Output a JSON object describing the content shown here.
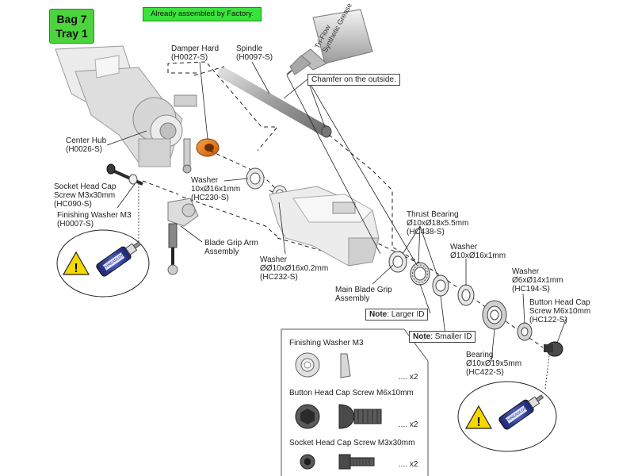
{
  "header": {
    "bag_line1": "Bag 7",
    "bag_line2": "Tray 1",
    "factory_note": "Already assembled by Factory."
  },
  "grease_tube": {
    "line1": "Tri-Flow",
    "line2": "Synthetic Grease"
  },
  "labels": {
    "damper": [
      "Damper Hard",
      "(H0027-S)"
    ],
    "spindle": [
      "Spindle",
      "(H0097-S)"
    ],
    "chamfer": "Chamfer on the outside.",
    "center_hub": [
      "Center Hub",
      "(H0026-S)"
    ],
    "washer_hc230": [
      "Washer",
      "10xØ16x1mm",
      "(HC230-S)"
    ],
    "socket_screw": [
      "Socket Head Cap",
      "Screw M3x30mm",
      "(HC090-S)"
    ],
    "finishing_washer": [
      "Finishing Washer M3",
      "(H0007-S)"
    ],
    "blade_grip_arm": [
      "Blade Grip Arm",
      "Assembly"
    ],
    "washer_hc232": [
      "Washer",
      "ØØ10xØ16x0.2mm",
      "(HC232-S)"
    ],
    "main_blade_grip": [
      "Main Blade Grip",
      "Assembly"
    ],
    "thrust_bearing": [
      "Thrust Bearing",
      "Ø10xØ18x5.5mm",
      "(HC438-S)"
    ],
    "washer_center": [
      "Washer",
      "Ø10xØ16x1mm"
    ],
    "washer_hc194": [
      "Washer",
      "Ø6xØ14x1mm",
      "(HC194-S)"
    ],
    "button_screw": [
      "Button Head Cap",
      "Screw M6x10mm",
      "(HC122-S)"
    ],
    "bearing": [
      "Bearing",
      "Ø10xØ19x5mm",
      "(HC422-S)"
    ]
  },
  "notes": {
    "larger": {
      "bold": "Note",
      "text": ": Larger ID"
    },
    "smaller": {
      "bold": "Note",
      "text": ": Smaller ID"
    }
  },
  "fullsize": {
    "items": [
      {
        "title": "Finishing Washer M3",
        "qty": ".... x2"
      },
      {
        "title": "Button Head Cap Screw M6x10mm",
        "qty": ".... x2"
      },
      {
        "title": "Socket Head Cap Screw M3x30mm",
        "qty": ".... x2"
      }
    ]
  },
  "threadlock": {
    "bottle_text": "THREADLOCK"
  },
  "colors": {
    "bag_green": "#4cd43c",
    "factory_green": "#3be23b",
    "damper_orange": "#e8781c",
    "warning_yellow": "#f5d800",
    "bottle_blue": "#2b3a8c"
  }
}
